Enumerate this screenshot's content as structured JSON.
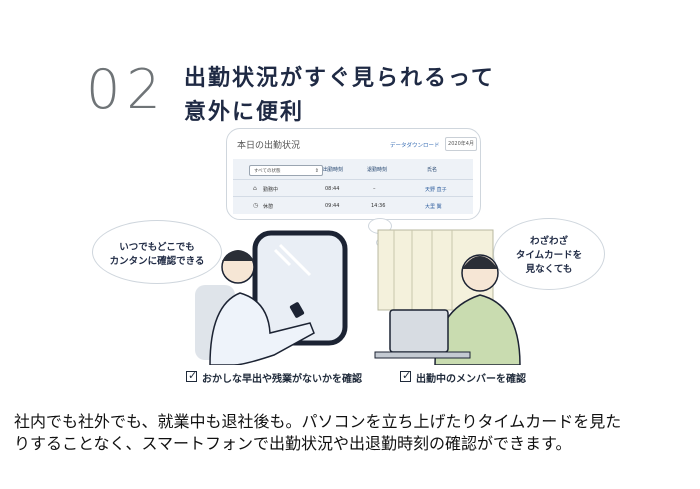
{
  "heading": {
    "number": "02",
    "title_line1": "出勤状況がすぐ見られるって",
    "title_line2": "意外に便利"
  },
  "dashboard": {
    "title": "本日の出勤状況",
    "download_label": "データダウンロード",
    "date_label": "2020年4月",
    "filter_value": "すべての状態",
    "columns": [
      "出勤時刻",
      "退勤時刻",
      "氏名"
    ],
    "rows": [
      {
        "status": "勤務中",
        "in": "08:44",
        "out": "–",
        "name": "天野 直子"
      },
      {
        "status": "休憩",
        "in": "09:44",
        "out": "14:36",
        "name": "大里 翼"
      }
    ]
  },
  "bubbles": {
    "left_line1": "いつでもどこでも",
    "left_line2": "カンタンに確認できる",
    "right_line1": "わざわざ",
    "right_line2": "タイムカードを",
    "right_line3": "見なくても"
  },
  "checklist": [
    "おかしな早出や残業がないかを確認",
    "出勤中のメンバーを確認"
  ],
  "description": {
    "line1": "社内でも社外でも、就業中も退社後も。パソコンを立ち上げたりタイムカードを見た",
    "line2": "りすることなく、スマートフォンで出勤状況や出退勤時刻の確認ができます。"
  },
  "colors": {
    "heading": "#1f2a44",
    "accent_link": "#3a6fb5",
    "table_bg": "#eef2f7",
    "bubble_border": "#cfd6dd"
  }
}
